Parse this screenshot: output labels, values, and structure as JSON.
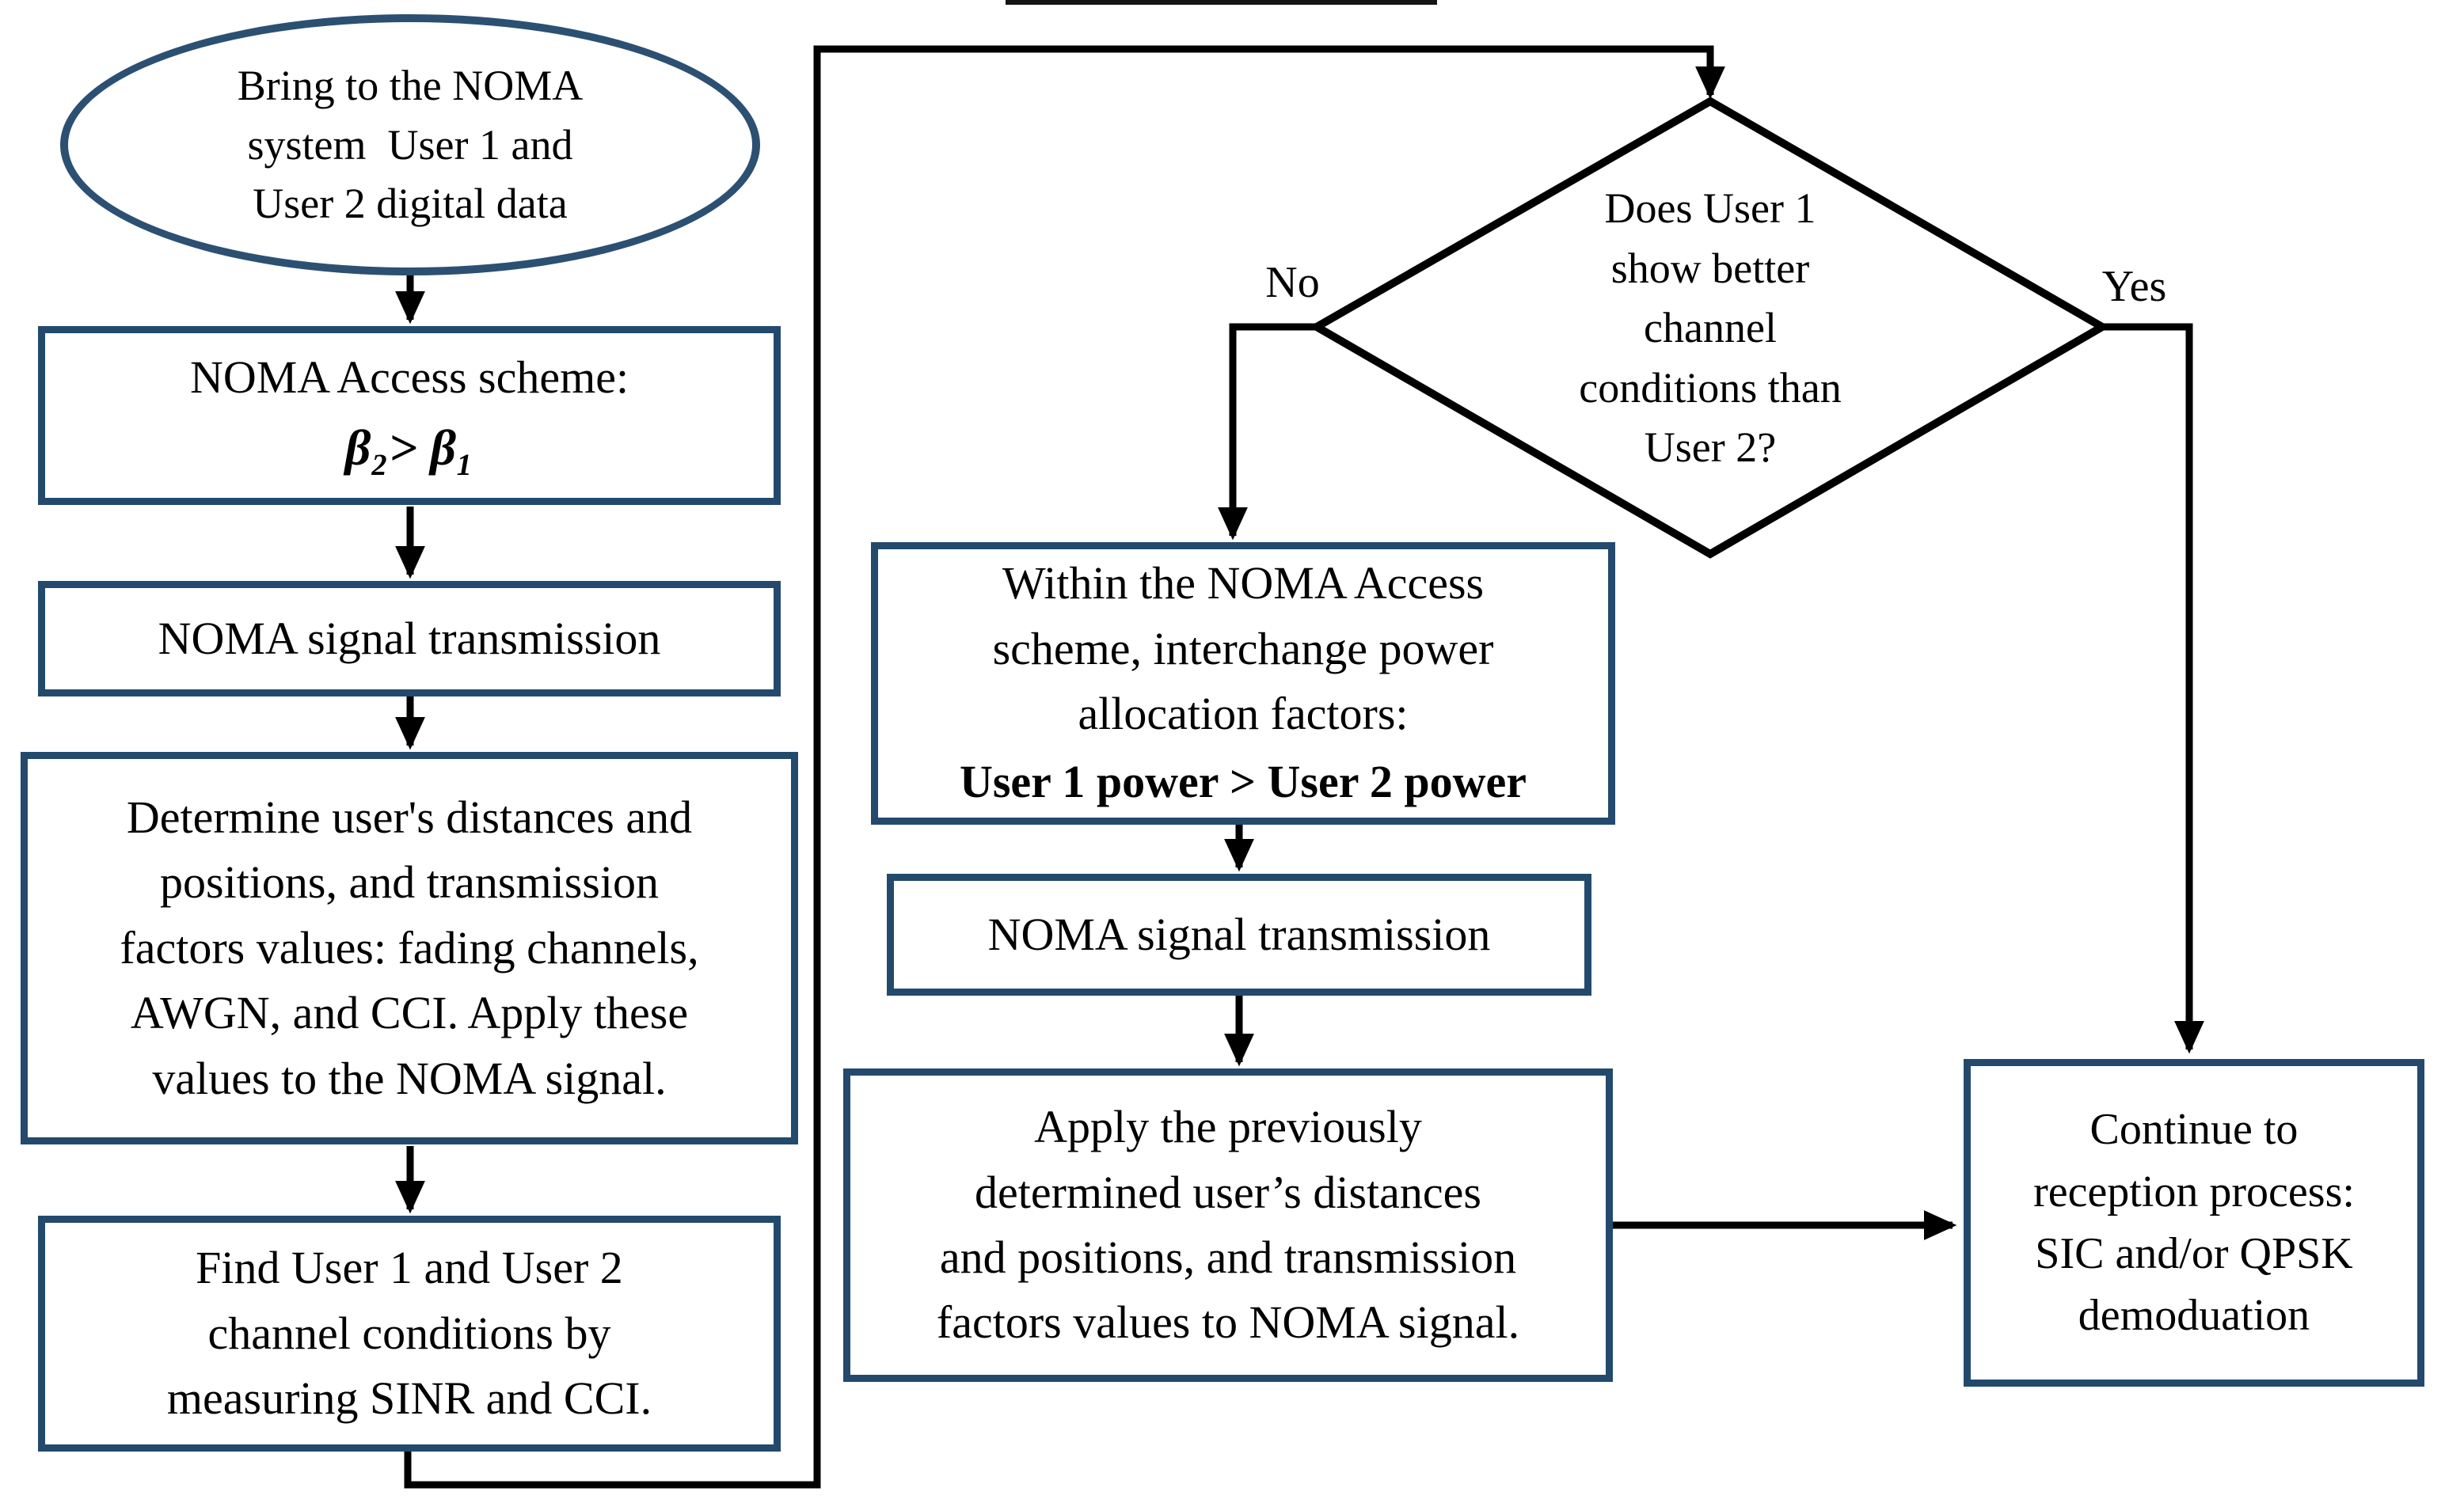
{
  "colors": {
    "node_border": "#234a6d",
    "ellipse_border": "#2c5072",
    "line": "#000000",
    "background": "#ffffff",
    "text": "#000000"
  },
  "flowchart": {
    "start": {
      "text": "Bring to the NOMA\nsystem  User 1 and\nUser 2 digital data"
    },
    "access_scheme": {
      "line1": "NOMA Access scheme:",
      "formula": "β₂> β₁"
    },
    "transmission1": {
      "text": "NOMA signal transmission"
    },
    "determine": {
      "text": "Determine user's distances and\npositions, and transmission\nfactors values: fading channels,\nAWGN, and CCI. Apply these\nvalues to the NOMA signal."
    },
    "find_conditions": {
      "text": "Find User 1 and User 2\nchannel conditions by\nmeasuring SINR and CCI."
    },
    "decision": {
      "text": "Does User 1\nshow better\nchannel\nconditions than\nUser 2?",
      "no_label": "No",
      "yes_label": "Yes"
    },
    "interchange": {
      "text": "Within the NOMA Access\nscheme, interchange power\nallocation factors:",
      "formula": "User 1 power > User 2 power"
    },
    "transmission2": {
      "text": "NOMA signal transmission"
    },
    "apply": {
      "text": "Apply the previously\ndetermined user’s distances\nand positions, and transmission\nfactors values to NOMA signal."
    },
    "reception": {
      "text": "Continue to\nreception process:\nSIC and/or QPSK\ndemoduation"
    }
  }
}
